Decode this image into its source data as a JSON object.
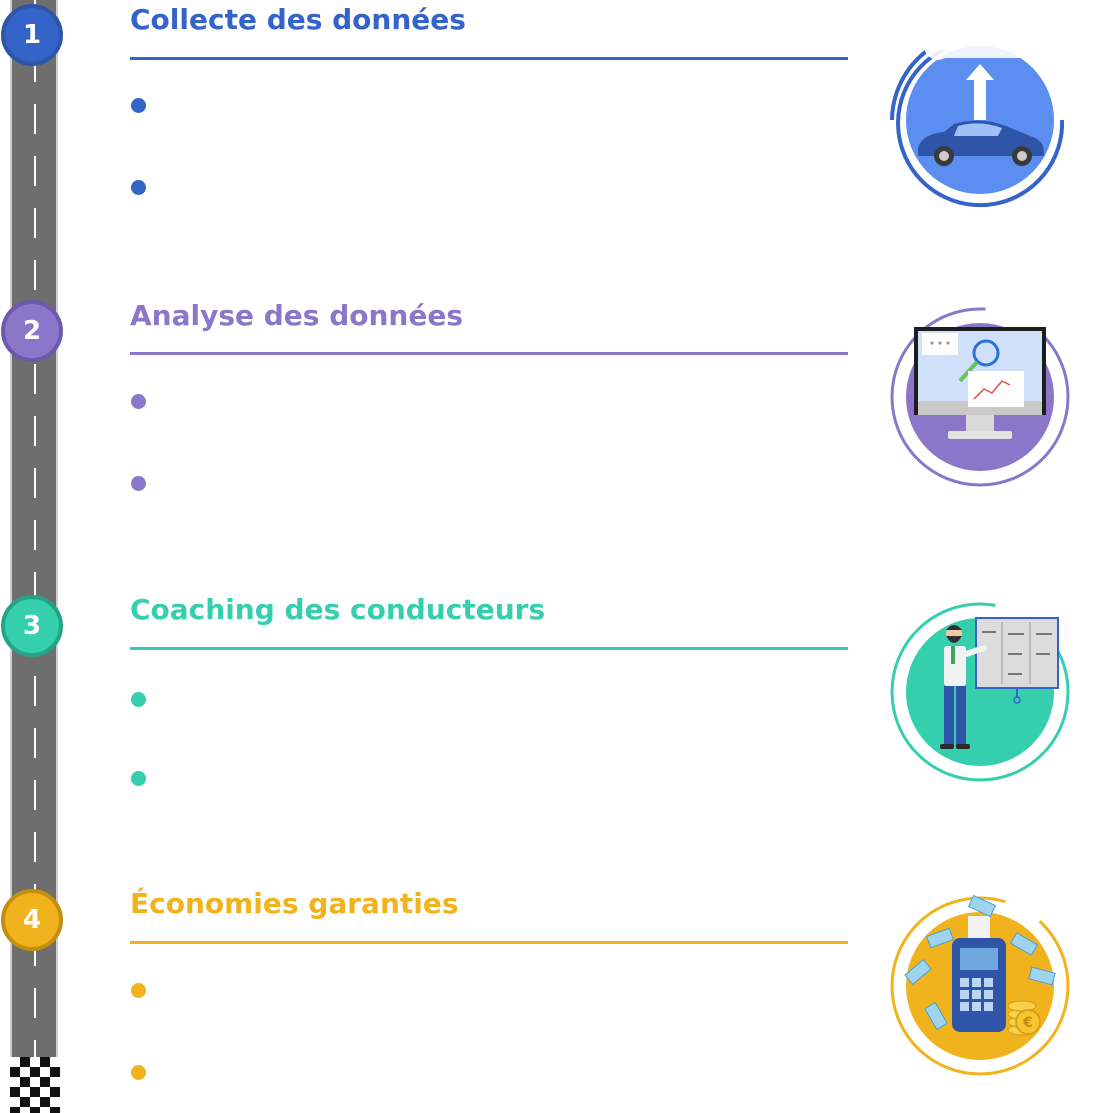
{
  "steps": [
    {
      "number": "1",
      "title": "Collecte des données",
      "color": "#3463c9",
      "illustration_icon": "car-upload-cloud-icon"
    },
    {
      "number": "2",
      "title": "Analyse des données",
      "color": "#8b77c9",
      "illustration_icon": "computer-analysis-icon"
    },
    {
      "number": "3",
      "title": "Coaching des conducteurs",
      "color": "#36cfae",
      "illustration_icon": "coach-board-icon"
    },
    {
      "number": "4",
      "title": "Économies garanties",
      "color": "#f0b31e",
      "illustration_icon": "payment-terminal-euro-icon"
    }
  ]
}
